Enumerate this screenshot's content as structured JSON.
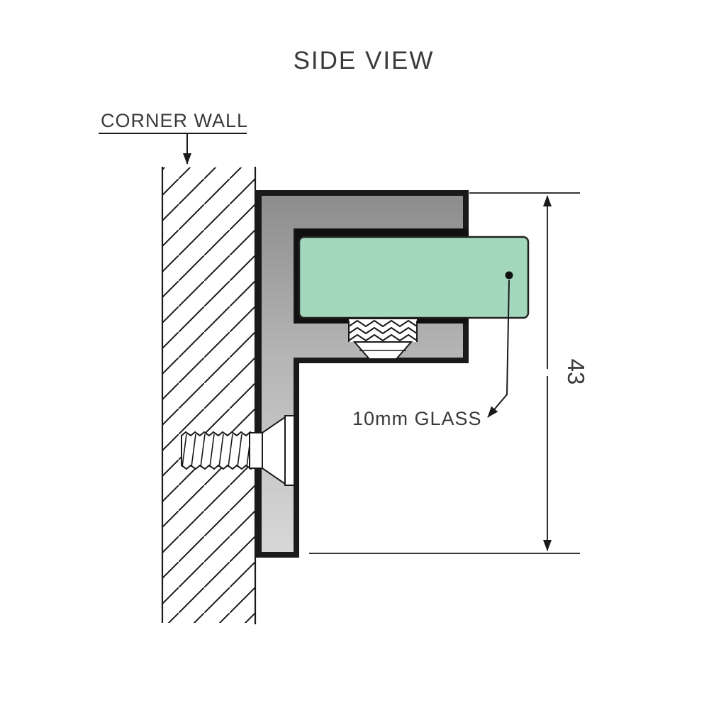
{
  "title": "SIDE VIEW",
  "wall_label": "CORNER WALL",
  "glass_label": "10mm GLASS",
  "dimension": {
    "value": "43"
  },
  "colors": {
    "line": "#1a1a1a",
    "text": "#3a3a3a",
    "glass_fill": "#a3d8bd",
    "metal_dark": "#8c8c8c",
    "metal_mid": "#b5b5b5",
    "metal_light": "#d8d8d8"
  }
}
